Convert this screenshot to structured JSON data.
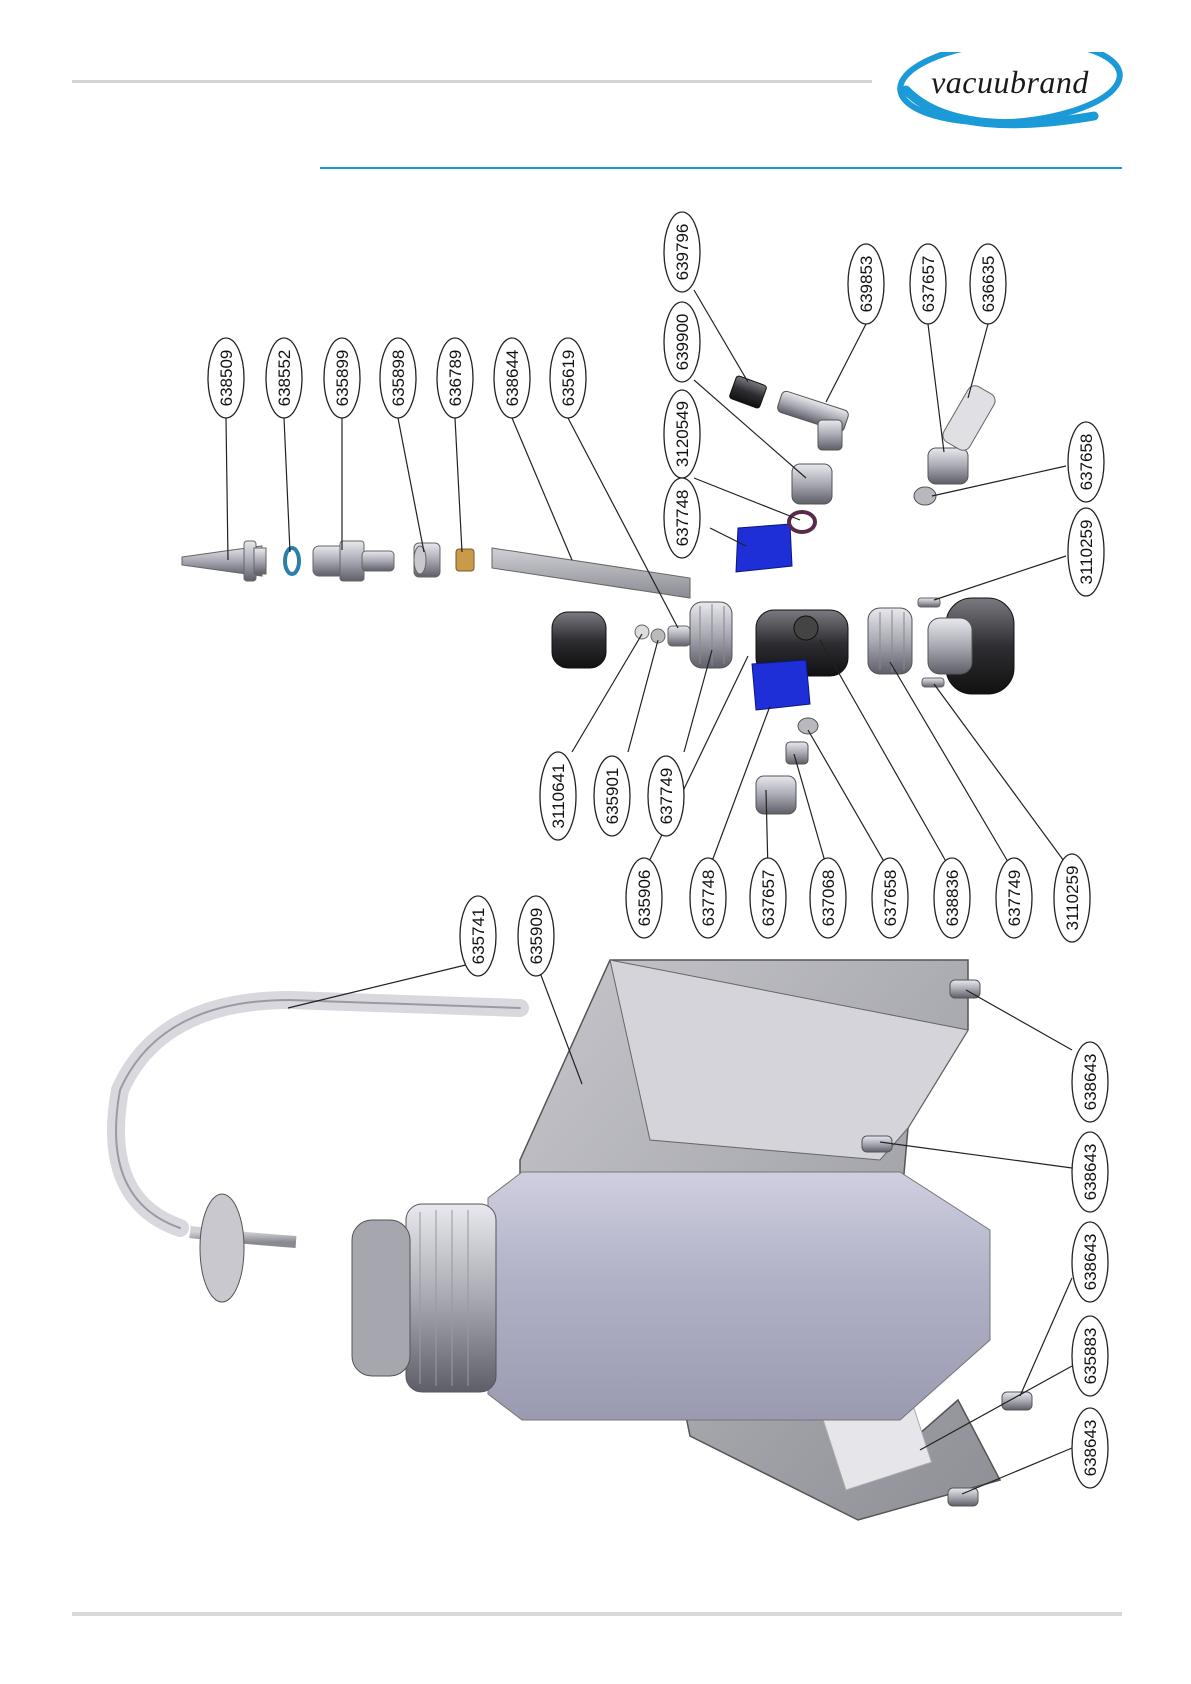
{
  "brand": {
    "name": "vacuubrand"
  },
  "labels": {
    "l638509": "638509",
    "l638552": "638552",
    "l635899": "635899",
    "l635898": "635898",
    "l636789": "636789",
    "l638644": "638644",
    "l635619": "635619",
    "l639796": "639796",
    "l639900": "639900",
    "l3120549": "3120549",
    "l637748a": "637748",
    "l639853": "639853",
    "l637657a": "637657",
    "l636635": "636635",
    "l637658a": "637658",
    "l3110259a": "3110259",
    "l3110641": "3110641",
    "l635901": "635901",
    "l637749a": "637749",
    "l635906": "635906",
    "l637748b": "637748",
    "l637657b": "637657",
    "l637068": "637068",
    "l637658b": "637658",
    "l638836": "638836",
    "l637749b": "637749",
    "l3110259b": "3110259",
    "l635741": "635741",
    "l635909": "635909",
    "l638643a": "638643",
    "l638643b": "638643",
    "l638643c": "638643",
    "l635883": "635883",
    "l638643d": "638643"
  },
  "colors": {
    "accent": "#1a9ad6",
    "clip": "#1f2fd8"
  }
}
